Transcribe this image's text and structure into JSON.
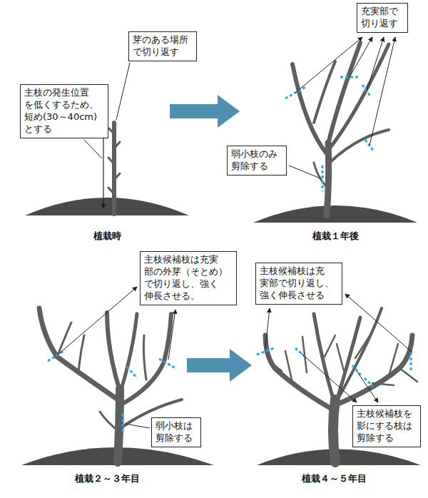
{
  "diagram": {
    "nodes": [
      {
        "text": [
          "芽のある場所 で切り返す"
        ]
      },
      {
        "text": [
          "主枝の発生位置 を低くするため、 短め(30～40cm) とする"
        ]
      },
      {
        "text": [
          "充実部で 切り返す"
        ]
      },
      {
        "text": [
          "弱小枝のみ 剪除する"
        ]
      },
      {
        "text": [
          "主枝候補枝は充実 部の外芽（そとめ） で切り返し、強く 伸長させる。"
        ]
      },
      {
        "text": [
          "弱小枝は 剪除する"
        ]
      },
      {
        "text": [
          "主枝候補枝は充 実部で切り返し、 強く伸長させる"
        ]
      },
      {
        "text": [
          "主枝候補枝を 影にする枝は 剪除する"
        ]
      }
    ],
    "labels": [
      "植栽時",
      "植栽１年後",
      "植栽２～３年目",
      "植栽４～５年目"
    ]
  }
}
